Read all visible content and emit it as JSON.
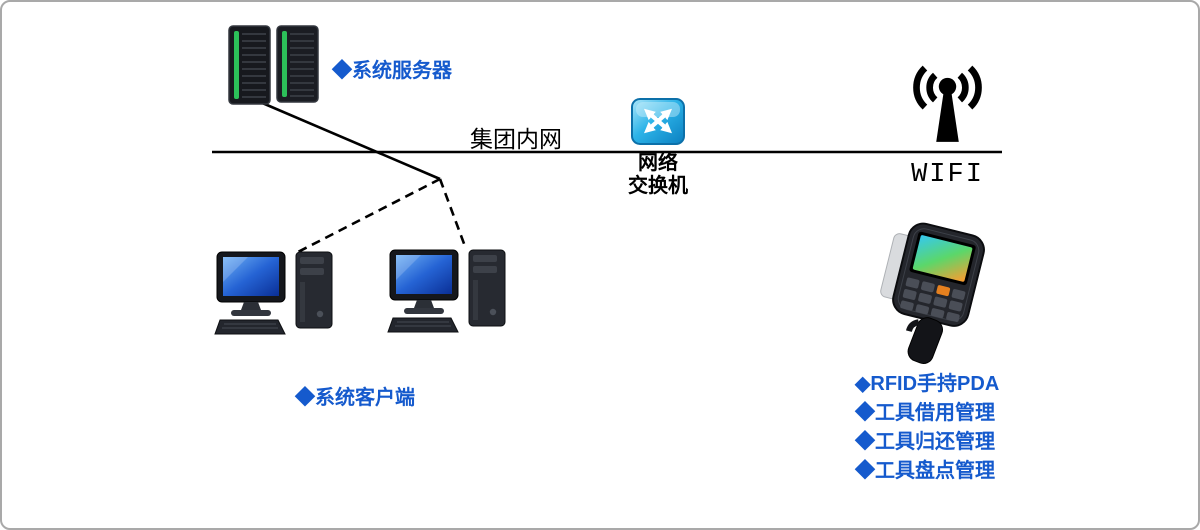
{
  "diagram": {
    "intranet_label": "集团内网",
    "server_label": "◆系统服务器",
    "switch_label_line1": "网络",
    "switch_label_line2": "交换机",
    "wifi_label": "WIFI",
    "client_label": "◆系统客户端",
    "pda_labels": [
      "◆RFID手持PDA",
      "◆工具借用管理",
      "◆工具归还管理",
      "◆工具盘点管理"
    ],
    "icons": {
      "server": "server-rack-icon",
      "switch": "network-switch-icon",
      "wifi": "wifi-antenna-icon",
      "client": "desktop-computer-icon",
      "pda": "rfid-handheld-pda-icon"
    },
    "colors": {
      "label_blue": "#155ACD",
      "line_black": "#000000",
      "switch_blue": "#2CB3E8",
      "screen_blue": "#2563D4",
      "led_green": "#2FD35F"
    }
  }
}
